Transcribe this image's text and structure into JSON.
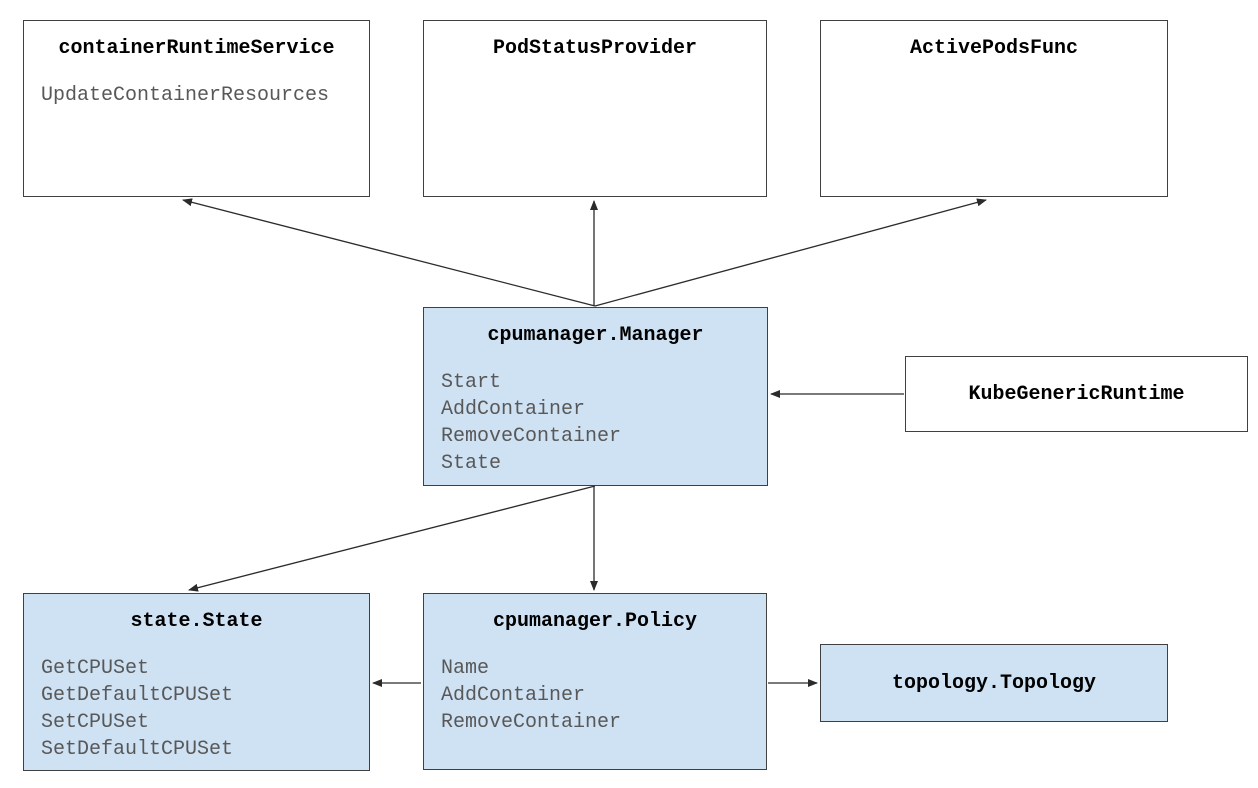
{
  "diagram": {
    "description": "Kubernetes CPU Manager component diagram",
    "colors": {
      "node_fill_blue": "#cfe2f3",
      "node_fill_white": "#ffffff",
      "node_border": "#404040",
      "title_text": "#000000",
      "method_text": "#585858",
      "arrow": "#2b2b2b",
      "background": "#ffffff"
    },
    "nodes": [
      {
        "id": "containerRuntimeService",
        "title": "containerRuntimeService",
        "methods": [
          "UpdateContainerResources"
        ],
        "fill": "white"
      },
      {
        "id": "PodStatusProvider",
        "title": "PodStatusProvider",
        "methods": [],
        "fill": "white"
      },
      {
        "id": "ActivePodsFunc",
        "title": "ActivePodsFunc",
        "methods": [],
        "fill": "white"
      },
      {
        "id": "cpumanager.Manager",
        "title": "cpumanager.Manager",
        "methods": [
          "Start",
          "AddContainer",
          "RemoveContainer",
          "State"
        ],
        "fill": "blue"
      },
      {
        "id": "KubeGenericRuntime",
        "title": "KubeGenericRuntime",
        "methods": [],
        "fill": "white"
      },
      {
        "id": "state.State",
        "title": "state.State",
        "methods": [
          "GetCPUSet",
          "GetDefaultCPUSet",
          "SetCPUSet",
          "SetDefaultCPUSet"
        ],
        "fill": "blue"
      },
      {
        "id": "cpumanager.Policy",
        "title": "cpumanager.Policy",
        "methods": [
          "Name",
          "AddContainer",
          "RemoveContainer"
        ],
        "fill": "blue"
      },
      {
        "id": "topology.Topology",
        "title": "topology.Topology",
        "methods": [],
        "fill": "blue"
      }
    ],
    "edges": [
      {
        "from": "cpumanager.Manager",
        "to": "containerRuntimeService"
      },
      {
        "from": "cpumanager.Manager",
        "to": "PodStatusProvider"
      },
      {
        "from": "cpumanager.Manager",
        "to": "ActivePodsFunc"
      },
      {
        "from": "cpumanager.Manager",
        "to": "state.State"
      },
      {
        "from": "cpumanager.Manager",
        "to": "cpumanager.Policy"
      },
      {
        "from": "cpumanager.Policy",
        "to": "state.State"
      },
      {
        "from": "cpumanager.Policy",
        "to": "topology.Topology"
      },
      {
        "from": "KubeGenericRuntime",
        "to": "cpumanager.Manager"
      }
    ]
  }
}
